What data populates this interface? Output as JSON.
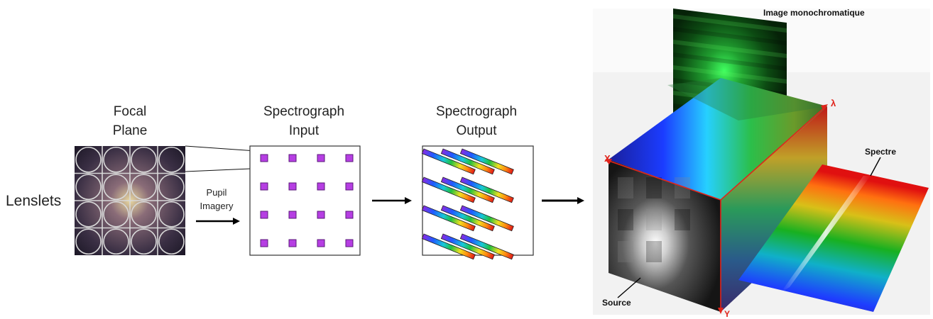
{
  "left": {
    "focal_plane": [
      "Focal",
      "Plane"
    ],
    "spectrograph_input": [
      "Spectrograph",
      "Input"
    ],
    "spectrograph_output": [
      "Spectrograph",
      "Output"
    ],
    "lenslets": "Lenslets",
    "pupil_imagery": [
      "Pupil",
      "Imagery"
    ]
  },
  "cube": {
    "image_mono": "Image monochromatique",
    "spectre": "Spectre",
    "source": "Source",
    "axis_x": "X",
    "axis_y": "Y",
    "axis_lambda": "λ"
  },
  "colors": {
    "accent_red": "#e0241b",
    "pupil_square": "#b63ee3",
    "panel_border": "#333333"
  }
}
